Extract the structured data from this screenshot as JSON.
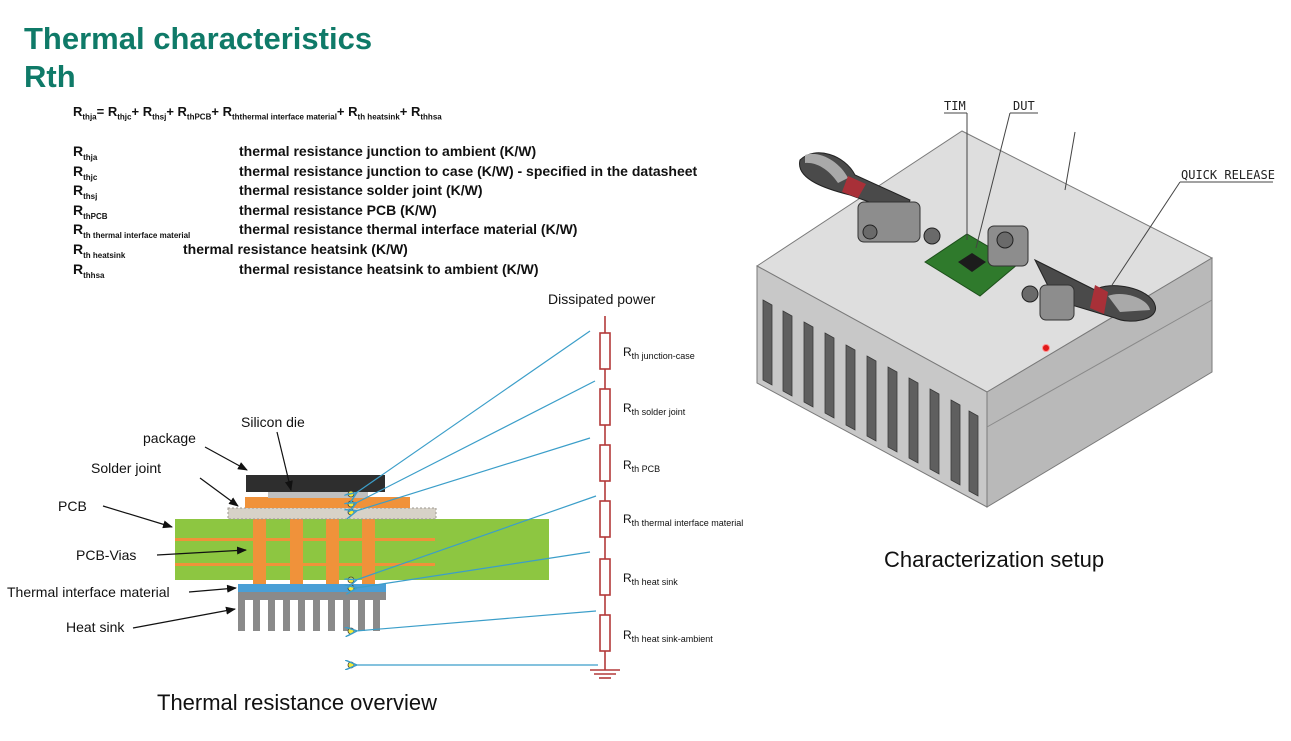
{
  "title": {
    "line1": "Thermal characteristics",
    "line2": "Rth"
  },
  "formula": {
    "lhs_main": "R",
    "lhs_sub": "thja",
    "equals": "=",
    "terms": [
      {
        "main": "R",
        "sub": "thjc",
        "op": "+"
      },
      {
        "main": "R",
        "sub": "thsj",
        "op": "+"
      },
      {
        "main": "R",
        "sub": "thPCB",
        "op": "+"
      },
      {
        "main": "R",
        "sub": "ththermal interface material",
        "op": "+"
      },
      {
        "main": "R",
        "sub": "th heatsink",
        "op": "+"
      },
      {
        "main": "R",
        "sub": "thhsa",
        "op": ""
      }
    ]
  },
  "definitions": [
    {
      "main": "R",
      "sub": "thja",
      "text": "thermal resistance junction to ambient (K/W)"
    },
    {
      "main": "R",
      "sub": "thjc",
      "text": "thermal resistance junction to case (K/W) - specified in the datasheet"
    },
    {
      "main": "R",
      "sub": "thsj",
      "text": "thermal resistance solder joint     (K/W)"
    },
    {
      "main": "R",
      "sub": "thPCB",
      "text": "thermal resistance PCB (K/W)"
    },
    {
      "main": "R",
      "sub": "th thermal interface material",
      "text": "thermal resistance thermal interface material (K/W)"
    },
    {
      "main": "R",
      "sub": "th heatsink",
      "text": "thermal resistance heatsink (K/W)"
    },
    {
      "main": "R",
      "sub": "thhsa",
      "text": "thermal resistance heatsink to ambient (K/W)"
    }
  ],
  "cross_section": {
    "labels": [
      "package",
      "Silicon die",
      "Solder joint",
      "PCB",
      "PCB-Vias",
      "Thermal interface material",
      "Heat sink"
    ],
    "colors": {
      "pcb": "#8dc641",
      "copper": "#f0923a",
      "tim": "#4a9fd6",
      "heatsink": "#8a8a8a",
      "package": "#2e2e2e",
      "arrows": "#3b9ec9",
      "resistor": "#b33a3a"
    }
  },
  "network": {
    "top_label": "Dissipated power",
    "resistors": [
      {
        "main": "R",
        "sub": "th junction-case"
      },
      {
        "main": "R",
        "sub": "th solder joint"
      },
      {
        "main": "R",
        "sub": "th PCB"
      },
      {
        "main": "R",
        "sub": "th thermal interface material"
      },
      {
        "main": "R",
        "sub": "th heat sink"
      },
      {
        "main": "R",
        "sub": "th heat sink-ambient"
      }
    ]
  },
  "setup": {
    "labels": [
      "TIM",
      "DUT",
      "QUICK RELEASE"
    ]
  },
  "captions": {
    "left": "Thermal resistance overview",
    "right": "Characterization setup"
  }
}
